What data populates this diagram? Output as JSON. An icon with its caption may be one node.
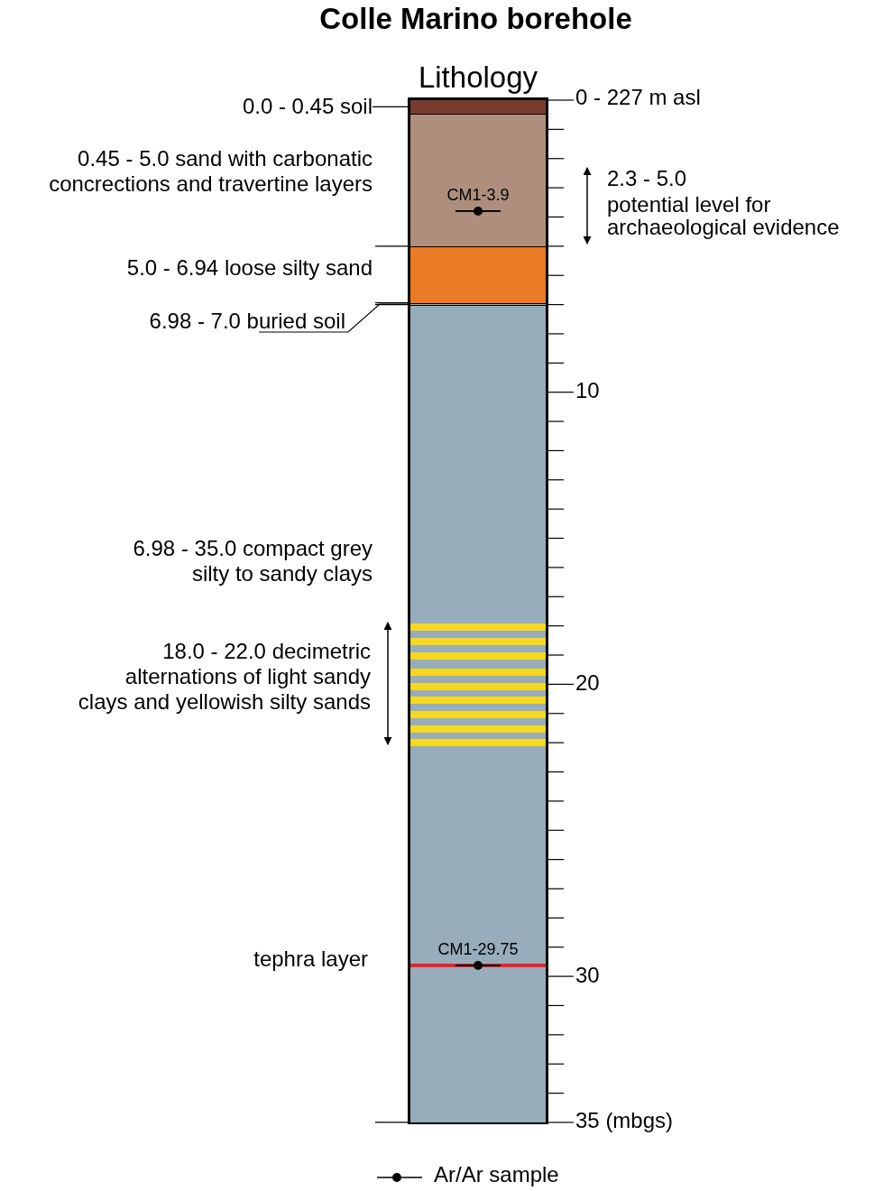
{
  "diagram": {
    "title": "Colle Marino borehole",
    "nodes": [
      {
        "text": [
          "Lithology"
        ]
      },
      {
        "text": [],
        "shape": "bar",
        "in": 0
      },
      {
        "text": [
          "CM1-3.9"
        ],
        "in": 0
      },
      {
        "text": [],
        "shape": "bar",
        "in": 0
      },
      {
        "text": [],
        "shape": "bar",
        "in": 0
      },
      {
        "text": [
          "CM1-29.75"
        ],
        "in": 0
      },
      {
        "text": [
          "0.0 - 0.45 soil"
        ]
      },
      {
        "text": [
          "6.98 - 7.0 buried soil"
        ]
      }
    ],
    "edges": [
      {
        "from": 6,
        "to": 1,
        "arrow": "none"
      },
      {
        "from": 7,
        "to": 4,
        "arrow": "none"
      }
    ],
    "labels": [
      "0.45 - 5.0 sand with carbonatic concrections and travertine layers",
      "5.0 - 6.94 loose silty sand",
      "6.98 - 35.0 compact grey silty to sandy clays",
      "18.0 - 22.0 decimetric alternations of light sandy clays and yellowish silty sands",
      "tephra layer",
      "0 - 227 m asl",
      "2.3 - 5.0",
      "potential level for archaeological evidence",
      "10",
      "20",
      "30",
      "35 (mbgs)"
    ],
    "legend": [
      {
        "text": "Ar/Ar sample"
      }
    ]
  }
}
